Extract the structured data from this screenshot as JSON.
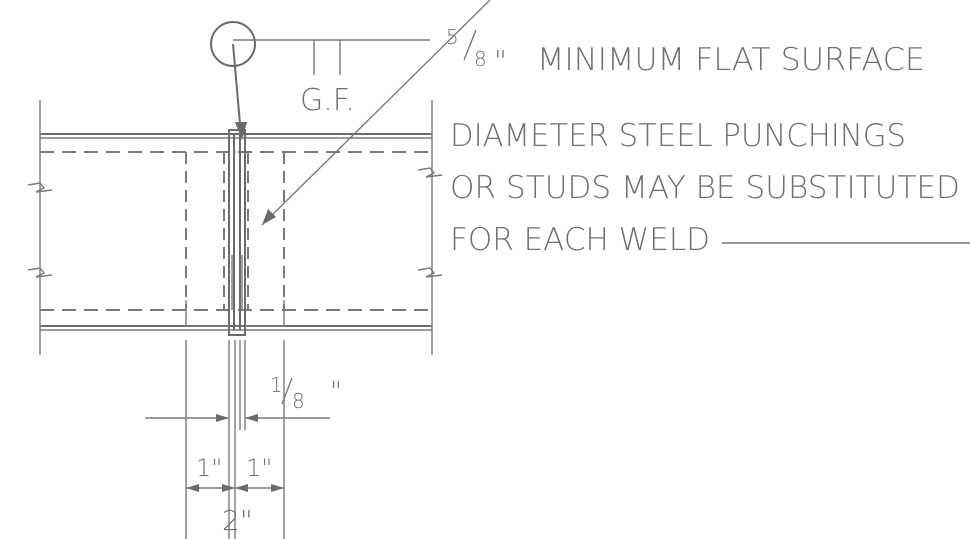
{
  "labels": {
    "gf": "G.F.",
    "frac_num": "5",
    "frac_den": "8",
    "inch": "\"",
    "note_line1": "MINIMUM FLAT SURFACE",
    "note_line2": "DIAMETER STEEL PUNCHINGS",
    "note_line3": "OR STUDS MAY BE SUBSTITUTED",
    "note_line4": "FOR EACH WELD",
    "gap_num": "1",
    "gap_den": "8",
    "gap_inch": "\"",
    "dim_left": "1\"",
    "dim_right": "1\"",
    "dim_total": "2\""
  }
}
